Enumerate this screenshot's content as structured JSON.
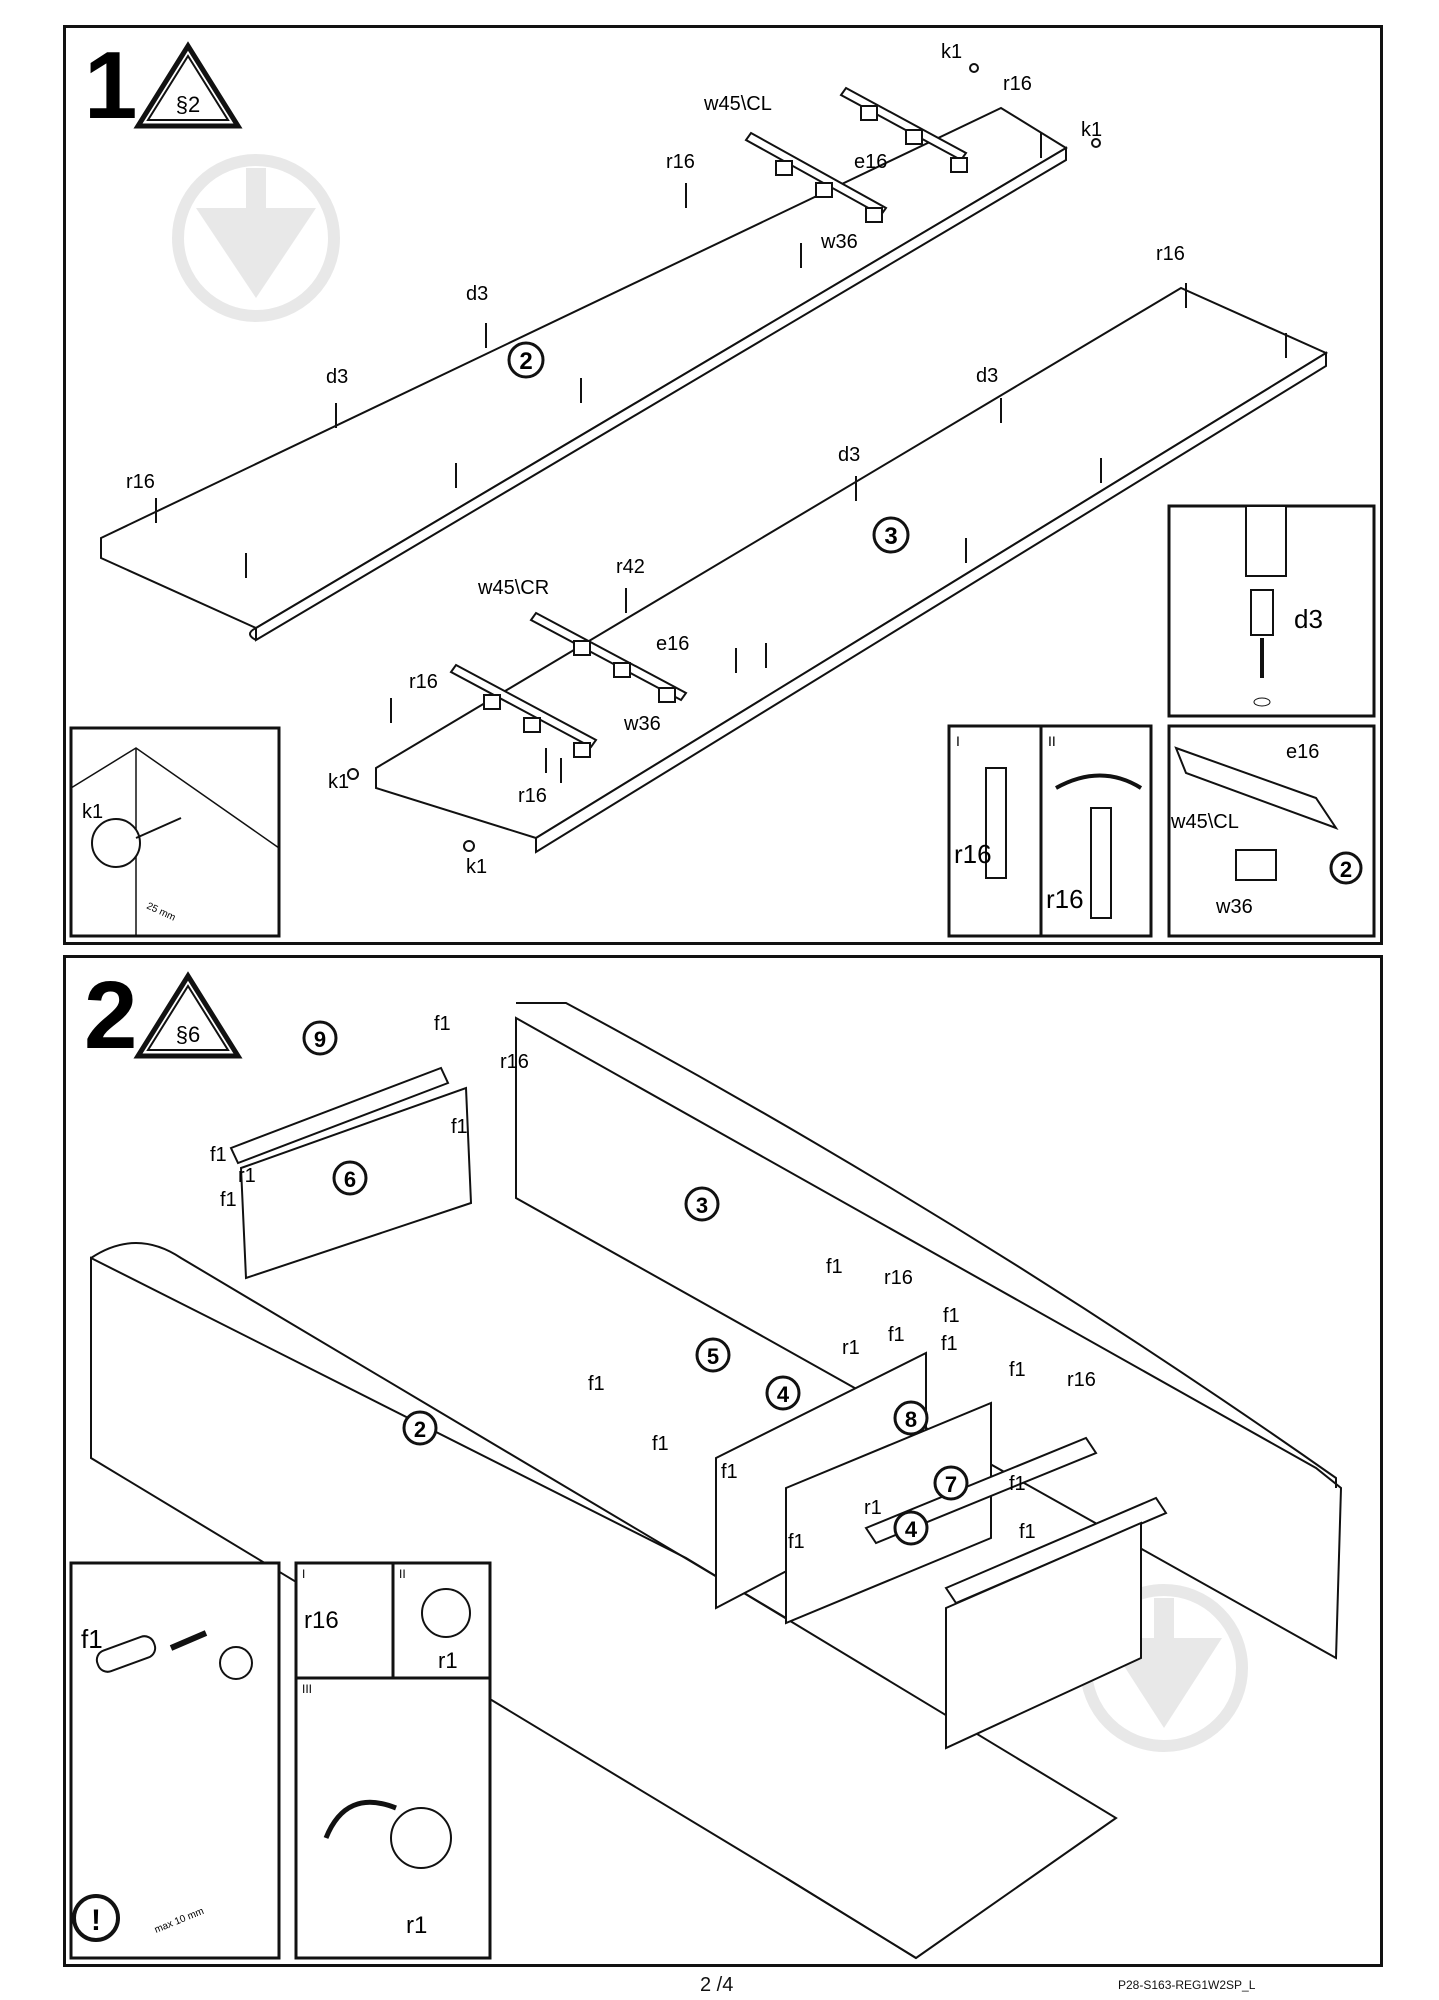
{
  "page": {
    "number": "2 /4",
    "doc_code": "P28-S163-REG1W2SP_L"
  },
  "steps": [
    {
      "number": "1",
      "badge": "§2",
      "labels": {
        "k1": "k1",
        "r16": "r16",
        "r42": "r42",
        "d3": "d3",
        "e16": "e16",
        "w36": "w36",
        "w45cl": "w45\\CL",
        "w45cr": "w45\\CR",
        "part2": "2",
        "part3": "3",
        "detail_25mm": "25 mm",
        "roman1": "I",
        "roman2": "II"
      }
    },
    {
      "number": "2",
      "badge": "§6",
      "labels": {
        "f1": "f1",
        "r1": "r1",
        "r16": "r16",
        "part2": "2",
        "part3": "3",
        "part4": "4",
        "part5": "5",
        "part6": "6",
        "part7": "7",
        "part8": "8",
        "part9": "9",
        "detail_10mm": "max 10 mm",
        "roman1": "I",
        "roman2": "II",
        "roman3": "III",
        "warning": "!"
      }
    }
  ],
  "colors": {
    "ink": "#111111",
    "watermark": "#d9d9d9"
  }
}
